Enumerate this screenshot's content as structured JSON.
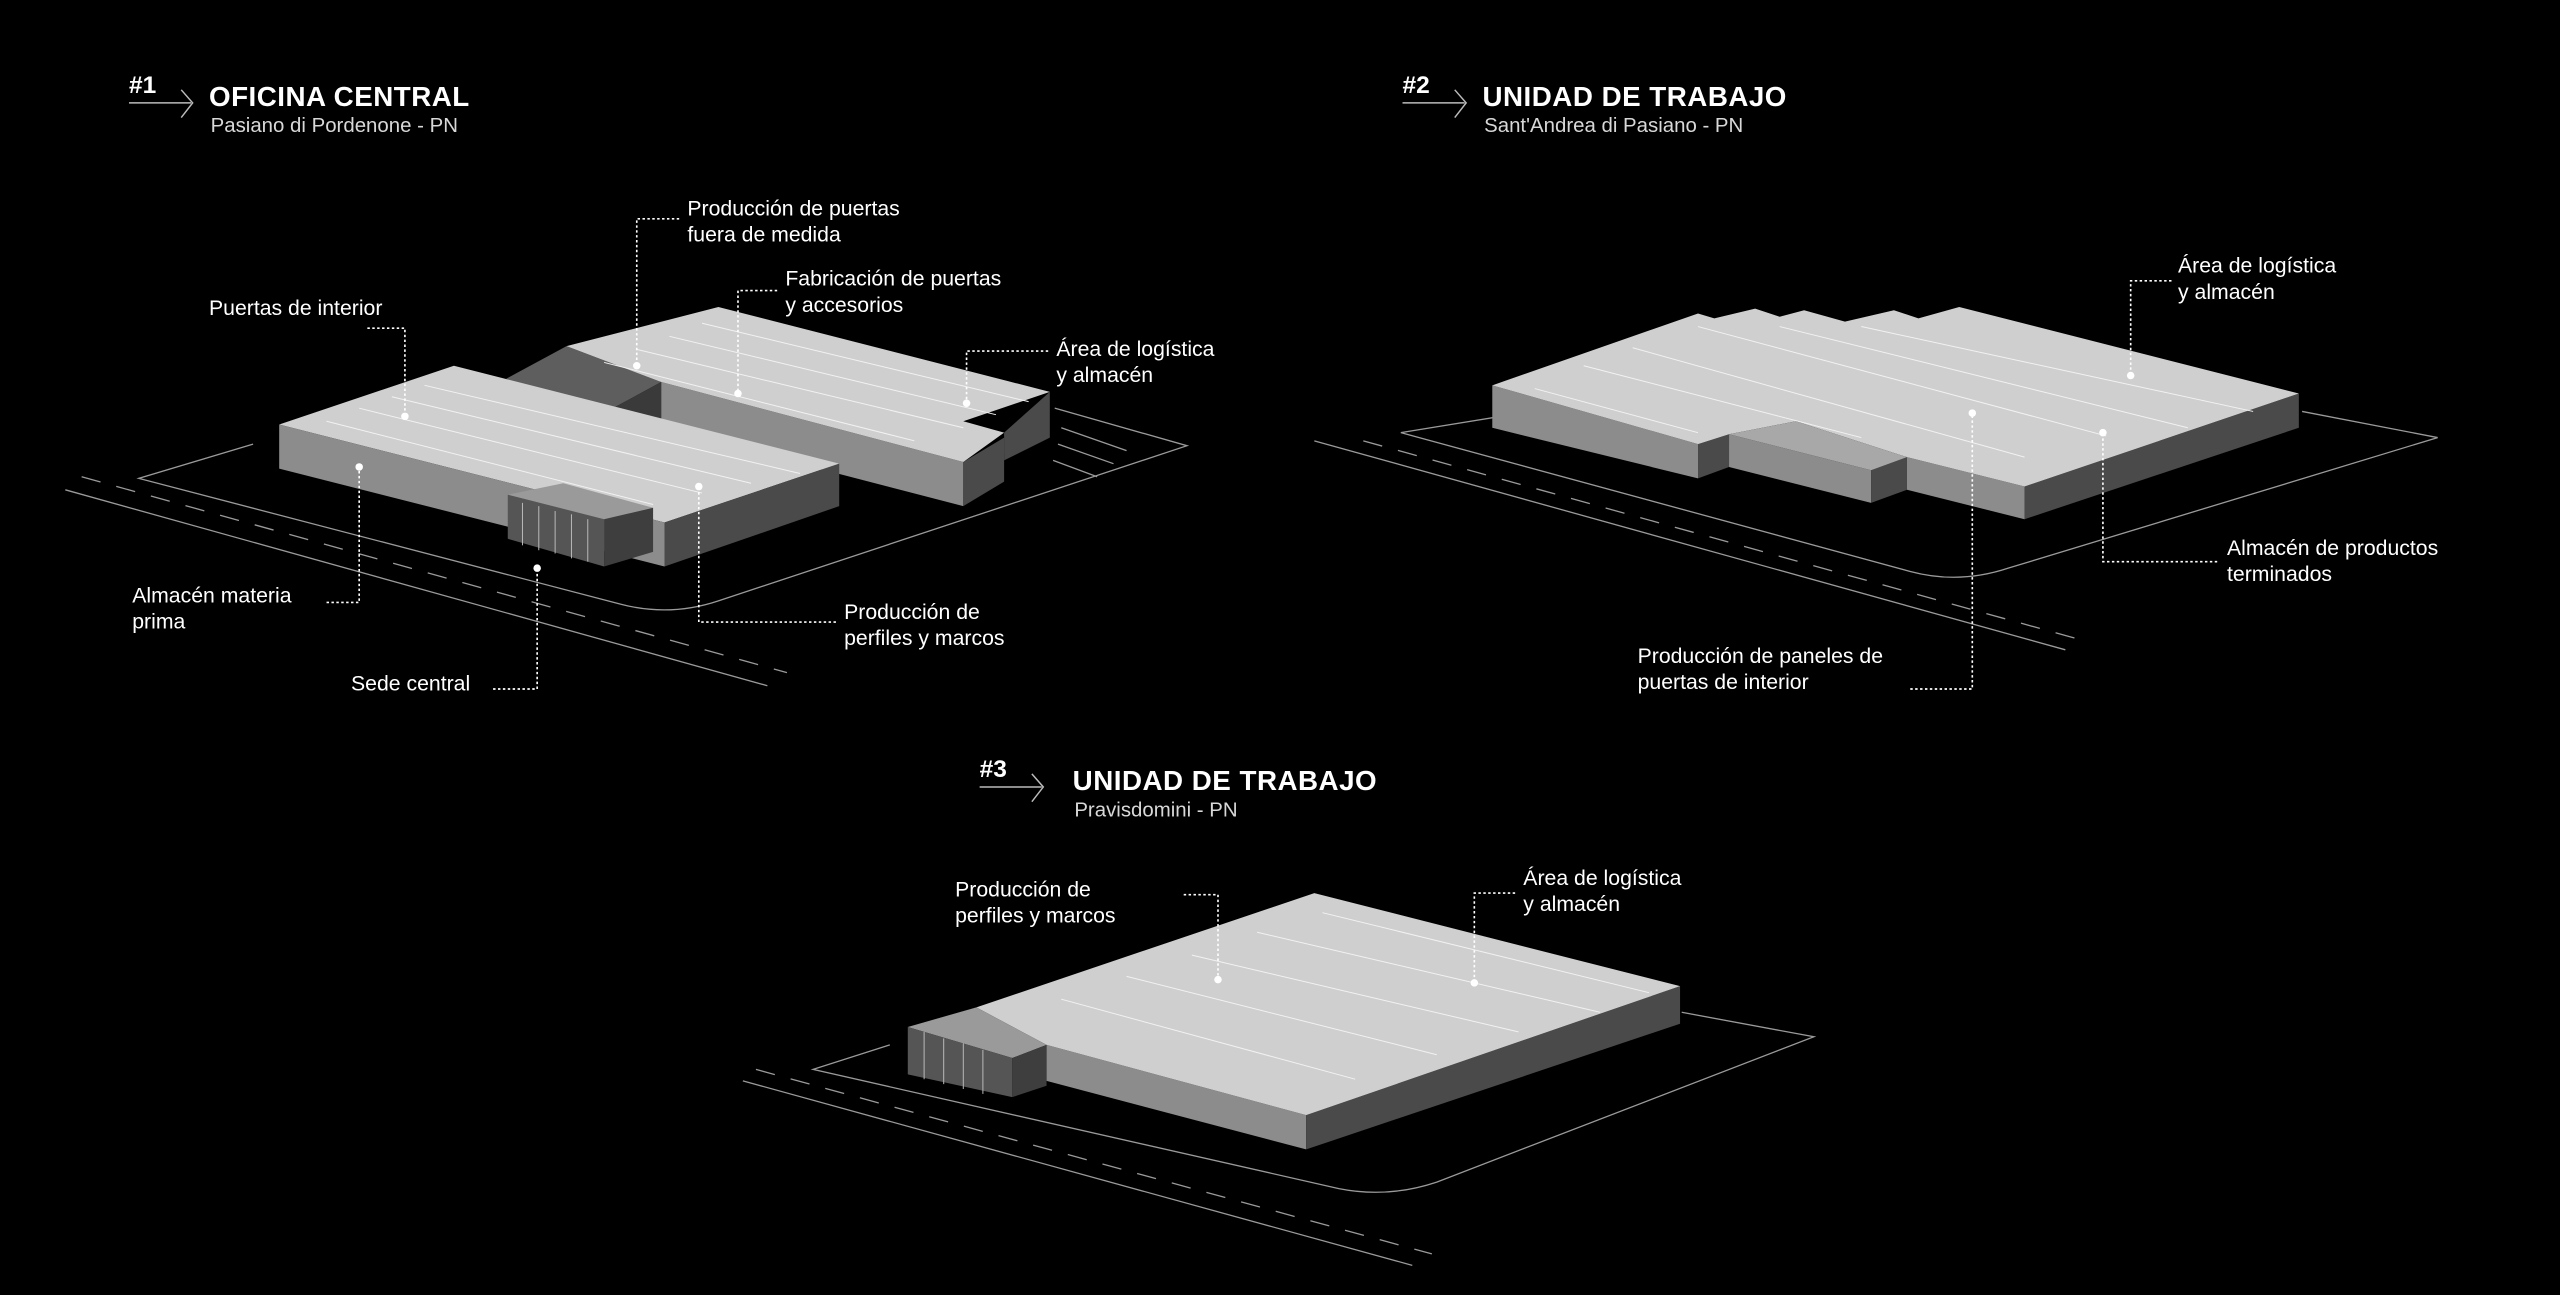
{
  "sites": [
    {
      "number": "#1",
      "title": "OFICINA CENTRAL",
      "subtitle": "Pasiano di Pordenone - PN",
      "labels": [
        [
          "Producción de puertas",
          "fuera de medida"
        ],
        [
          "Fabricación de puertas",
          "y accesorios"
        ],
        [
          "Área de logística",
          "y almacén"
        ],
        [
          "Puertas de interior"
        ],
        [
          "Almacén materia",
          "prima"
        ],
        [
          "Sede central"
        ],
        [
          "Producción de",
          "perfiles y marcos"
        ]
      ]
    },
    {
      "number": "#2",
      "title": "UNIDAD DE TRABAJO",
      "subtitle": "Sant'Andrea di Pasiano - PN",
      "labels": [
        [
          "Área de logística",
          "y almacén"
        ],
        [
          "Almacén de productos",
          "terminados"
        ],
        [
          "Producción de paneles de",
          "puertas de interior"
        ]
      ]
    },
    {
      "number": "#3",
      "title": "UNIDAD DE TRABAJO",
      "subtitle": "Pravisdomini - PN",
      "labels": [
        [
          "Producción de",
          "perfiles y marcos"
        ],
        [
          "Área de logística",
          "y almacén"
        ]
      ]
    }
  ],
  "colors": {
    "background": "#000000",
    "roof": "#cfcfcf",
    "wall_light": "#8c8c8c",
    "wall_dark": "#4a4a4a",
    "line": "#bdbdbd"
  }
}
